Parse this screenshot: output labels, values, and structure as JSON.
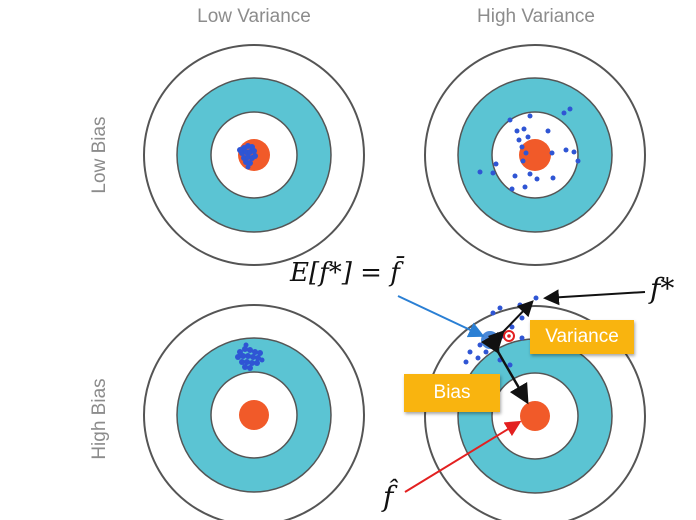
{
  "columns": {
    "low_variance": "Low Variance",
    "high_variance": "High Variance"
  },
  "rows": {
    "low_bias": "Low Bias",
    "high_bias": "High Bias"
  },
  "annotations": {
    "expected_value": "E[f*] = f̄",
    "f_star": "f*",
    "f_hat": "f̂"
  },
  "labels": {
    "variance": "Variance",
    "bias": "Bias"
  },
  "colors": {
    "ring_fill": "#5bc4d3",
    "bullseye": "#f15a29",
    "dot": "#2f55d4",
    "label_box": "#f9b40f",
    "blue_arrow": "#2a7fd4",
    "red_arrow": "#e32020"
  }
}
